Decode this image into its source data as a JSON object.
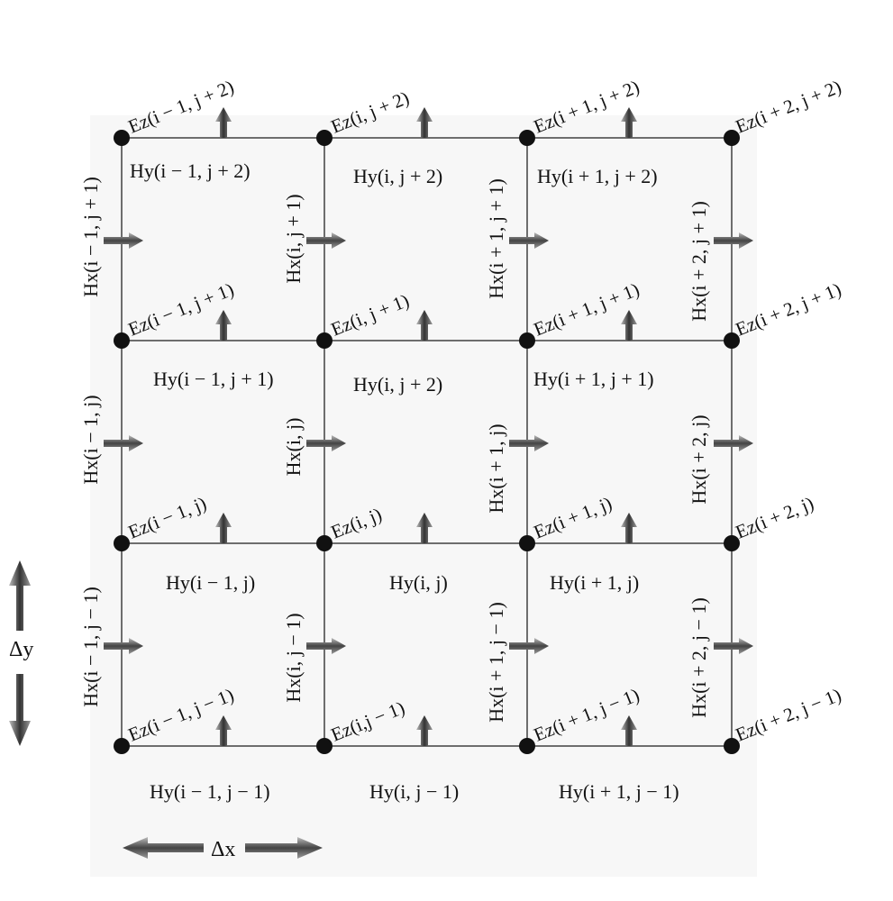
{
  "ez_labels": {
    "r0": [
      "Ez(i − 1, j − 1)",
      "Ez(i,j − 1)",
      "Ez(i + 1, j − 1)",
      "Ez(i + 2, j − 1)"
    ],
    "r1": [
      "Ez(i − 1, j)",
      "Ez(i, j)",
      "Ez(i + 1, j)",
      "Ez(i + 2, j)"
    ],
    "r2": [
      "Ez(i − 1, j + 1)",
      "Ez(i, j + 1)",
      "Ez(i + 1, j + 1)",
      "Ez(i + 2, j + 1)"
    ],
    "r3": [
      "Ez(i − 1, j + 2)",
      "Ez(i, j + 2)",
      "Ez(i + 1, j + 2)",
      "Ez(i + 2, j + 2)"
    ]
  },
  "hy_labels": {
    "r0": [
      "Hy(i − 1,  j − 1)",
      "Hy(i, j − 1)",
      "Hy(i + 1, j − 1)"
    ],
    "r1": [
      "Hy(i − 1,  j)",
      "Hy(i,  j)",
      "Hy(i + 1,  j)"
    ],
    "r2": [
      "Hy(i − 1, j + 1)",
      "Hy(i,  j + 2)",
      "Hy(i + 1,  j + 1)"
    ],
    "r3": [
      "Hy(i − 1,  j + 2)",
      "Hy(i,  j + 2)",
      "Hy(i + 1, j + 2)"
    ]
  },
  "hx_labels": {
    "r0": [
      "Hx(i − 1, j − 1)",
      "Hx(i, j − 1)",
      "Hx(i + 1, j − 1)",
      "Hx(i + 2, j − 1)"
    ],
    "r1": [
      "Hx(i − 1, j)",
      "Hx(i, j)",
      "Hx(i + 1, j)",
      "Hx(i + 2, j)"
    ],
    "r2": [
      "Hx(i − 1, j + 1)",
      "Hx(i, j + 1)",
      "Hx(i + 1, j + 1)",
      "Hx(i + 2, j + 1)"
    ]
  },
  "axes": {
    "dx_label": "Δx",
    "dy_label": "Δy"
  }
}
